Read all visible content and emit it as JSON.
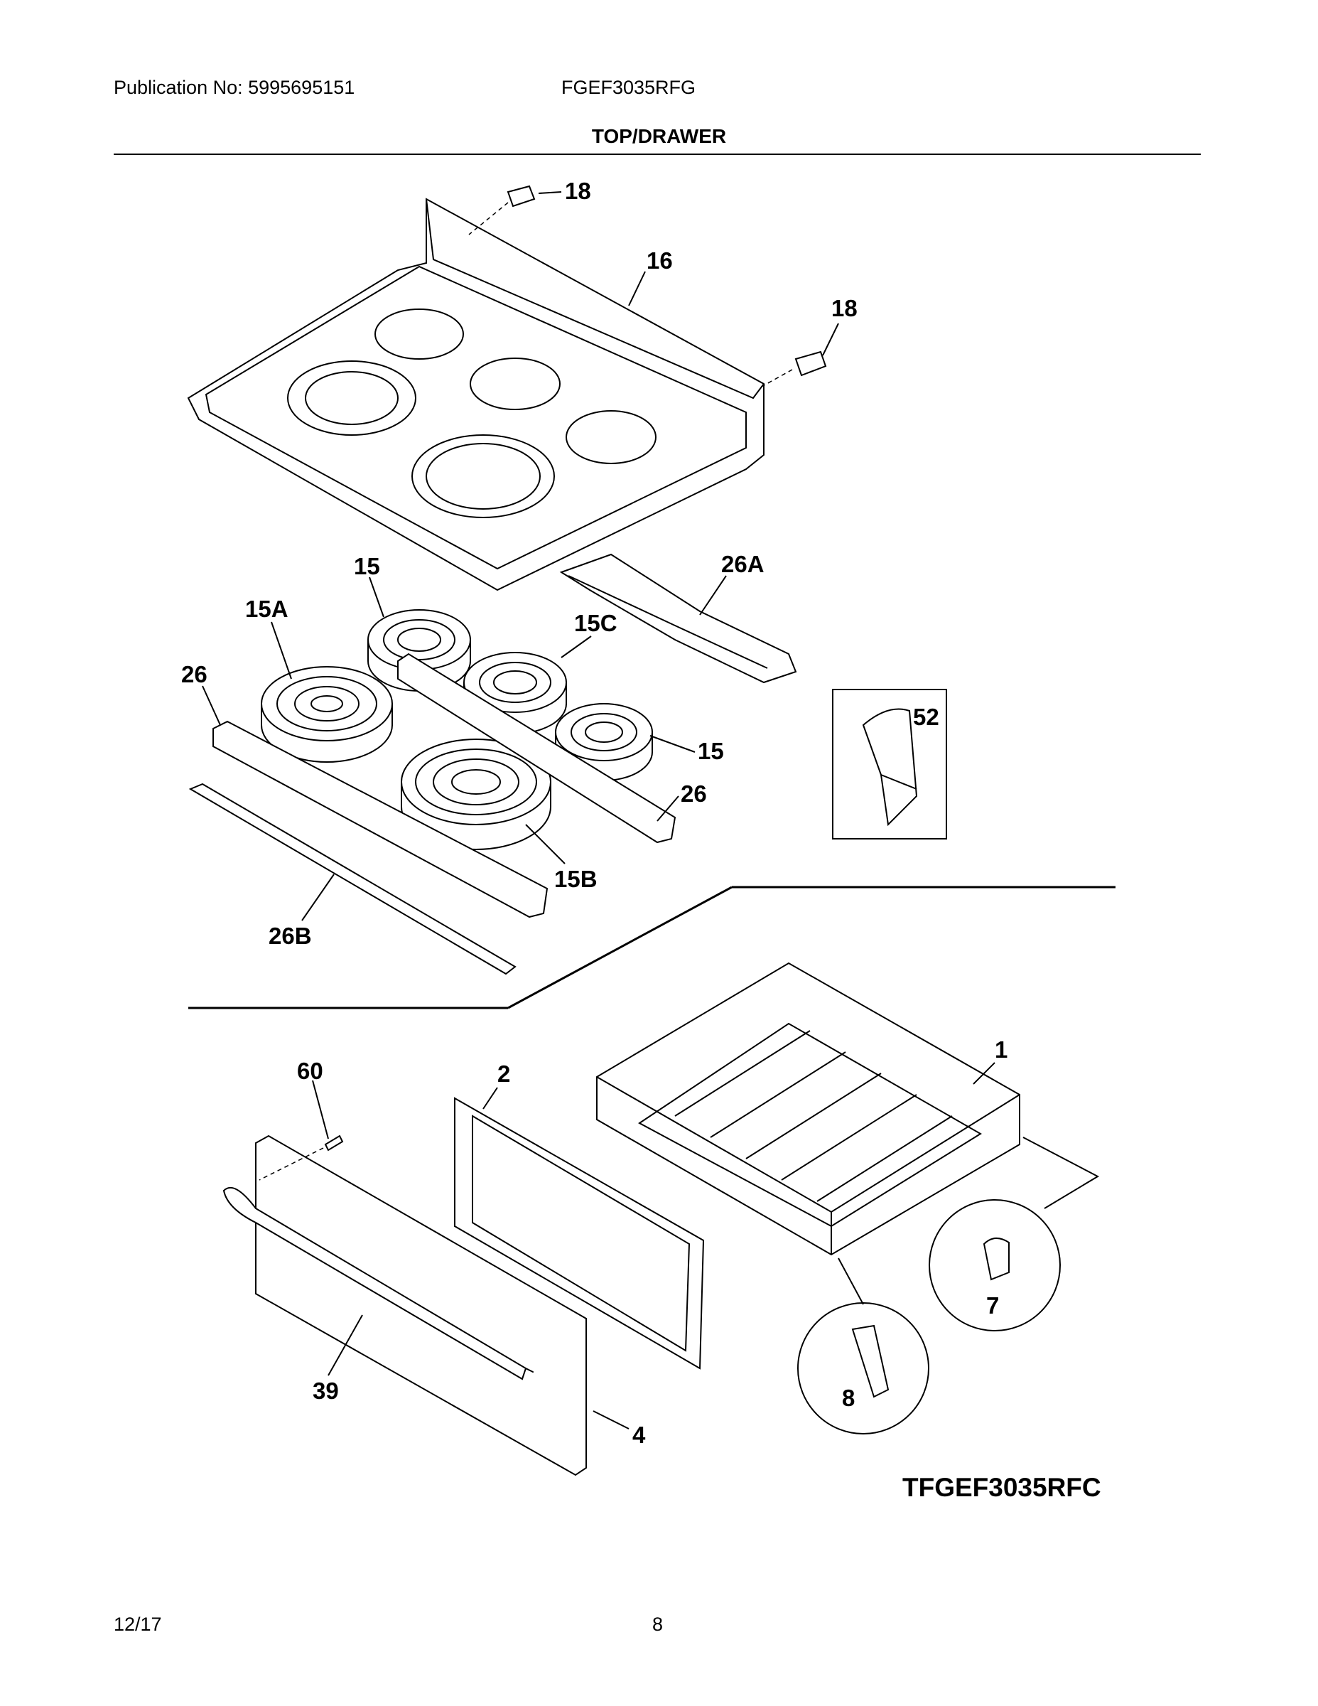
{
  "header": {
    "publication": "Publication No: 5995695151",
    "model": "FGEF3035RFG",
    "section_title": "TOP/DRAWER"
  },
  "callouts": {
    "c18a": "18",
    "c16": "16",
    "c18b": "18",
    "c15a_top": "15",
    "c26A": "26A",
    "c15A": "15A",
    "c15C": "15C",
    "c26_left": "26",
    "c52": "52",
    "c15_right": "15",
    "c26_right": "26",
    "c15B": "15B",
    "c26B": "26B",
    "c1": "1",
    "c60": "60",
    "c2": "2",
    "c7": "7",
    "c8": "8",
    "c39": "39",
    "c4": "4"
  },
  "diagram_code": "TFGEF3035RFC",
  "footer": {
    "date": "12/17",
    "page": "8"
  }
}
